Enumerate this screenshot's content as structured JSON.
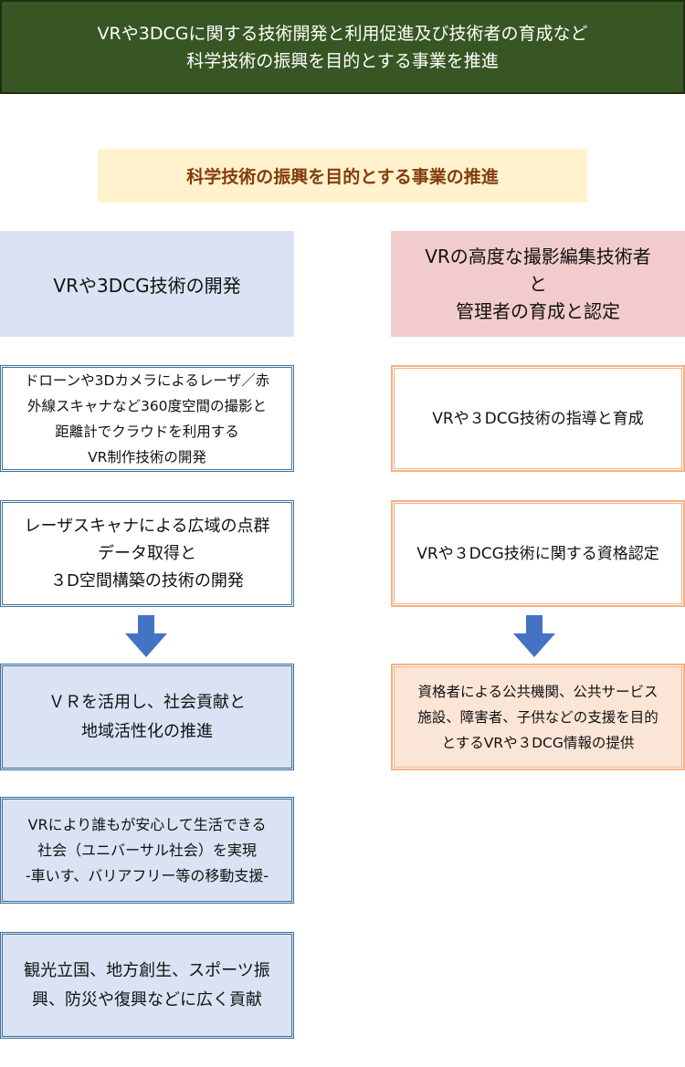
{
  "header": {
    "line1": "VRや3DCGに関する技術開発と利用促進及び技術者の育成など",
    "line2": "科学技術の振興を目的とする事業を推進"
  },
  "subtitle": "科学技術の振興を目的とする事業の推進",
  "left": {
    "heading": "VRや3DCG技術の開発",
    "box1": [
      "ドローンや3Dカメラによるレーザ／赤",
      "外線スキャナなど360度空間の撮影と",
      "距離計でクラウドを利用する",
      "VR制作技術の開発"
    ],
    "box2": [
      "レーザスキャナによる広域の点群",
      "データ取得と",
      "３D空間構築の技術の開発"
    ],
    "box3": [
      "ＶＲを活用し、社会貢献と",
      "地域活性化の推進"
    ],
    "box4": [
      "VRにより誰もが安心して生活できる",
      "社会（ユニバーサル社会）を実現",
      "-車いす、バリアフリー等の移動支援-"
    ],
    "box5": [
      "観光立国、地方創生、スポーツ振",
      "興、防災や復興などに広く貢献"
    ]
  },
  "right": {
    "heading": [
      "VRの高度な撮影編集技術者",
      "と",
      "管理者の育成と認定"
    ],
    "box1": "VRや３DCG技術の指導と育成",
    "box2": "VRや３DCG技術に関する資格認定",
    "box3": [
      "資格者による公共機関、公共サービス",
      "施設、障害者、子供などの支援を目的",
      "とするVRや３DCG情報の提供"
    ]
  },
  "colors": {
    "header": "#375623",
    "subtitle_bg": "#FFF2CC",
    "blue_fill": "#DAE3F3",
    "pink_fill": "#F2CCCC",
    "orange_fill": "#FBE5D6",
    "arrow": "#4472C4"
  }
}
